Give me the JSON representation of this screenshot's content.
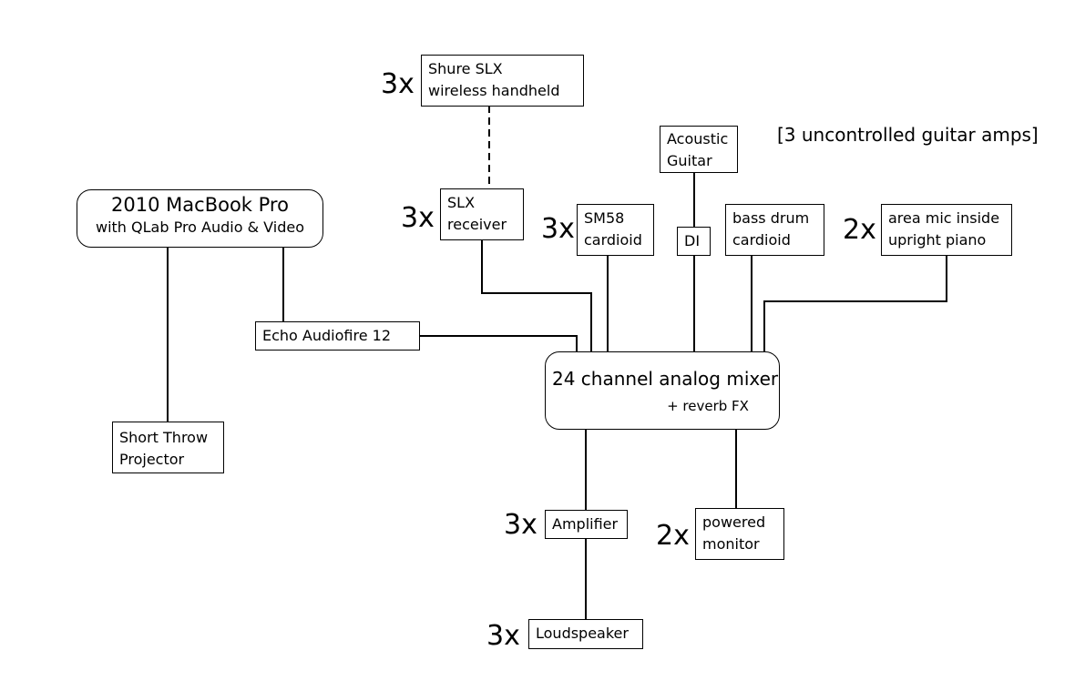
{
  "mixer": {
    "title": "24 channel analog mixer",
    "subtitle": "+ reverb FX"
  },
  "macbook": {
    "title": "2010 MacBook Pro",
    "subtitle": "with QLab Pro Audio & Video"
  },
  "audiofire": {
    "label": "Echo Audiofire 12"
  },
  "projector": {
    "line1": "Short Throw",
    "line2": "Projector"
  },
  "shure_slx": {
    "qty": "3x",
    "line1": "Shure SLX",
    "line2": "wireless handheld"
  },
  "slx_receiver": {
    "qty": "3x",
    "line1": "SLX",
    "line2": "receiver"
  },
  "sm58": {
    "qty": "3x",
    "line1": "SM58",
    "line2": "cardioid"
  },
  "acoustic_guitar": {
    "line1": "Acoustic",
    "line2": "Guitar"
  },
  "di": {
    "label": "DI"
  },
  "bass_drum": {
    "line1": "bass drum",
    "line2": "cardioid"
  },
  "piano_mic": {
    "qty": "2x",
    "line1": "area mic inside",
    "line2": "upright piano"
  },
  "amplifier": {
    "qty": "3x",
    "label": "Amplifier"
  },
  "loudspeaker": {
    "qty": "3x",
    "label": "Loudspeaker"
  },
  "monitor": {
    "qty": "2x",
    "line1": "powered",
    "line2": "monitor"
  },
  "note": "[3 uncontrolled guitar amps]"
}
